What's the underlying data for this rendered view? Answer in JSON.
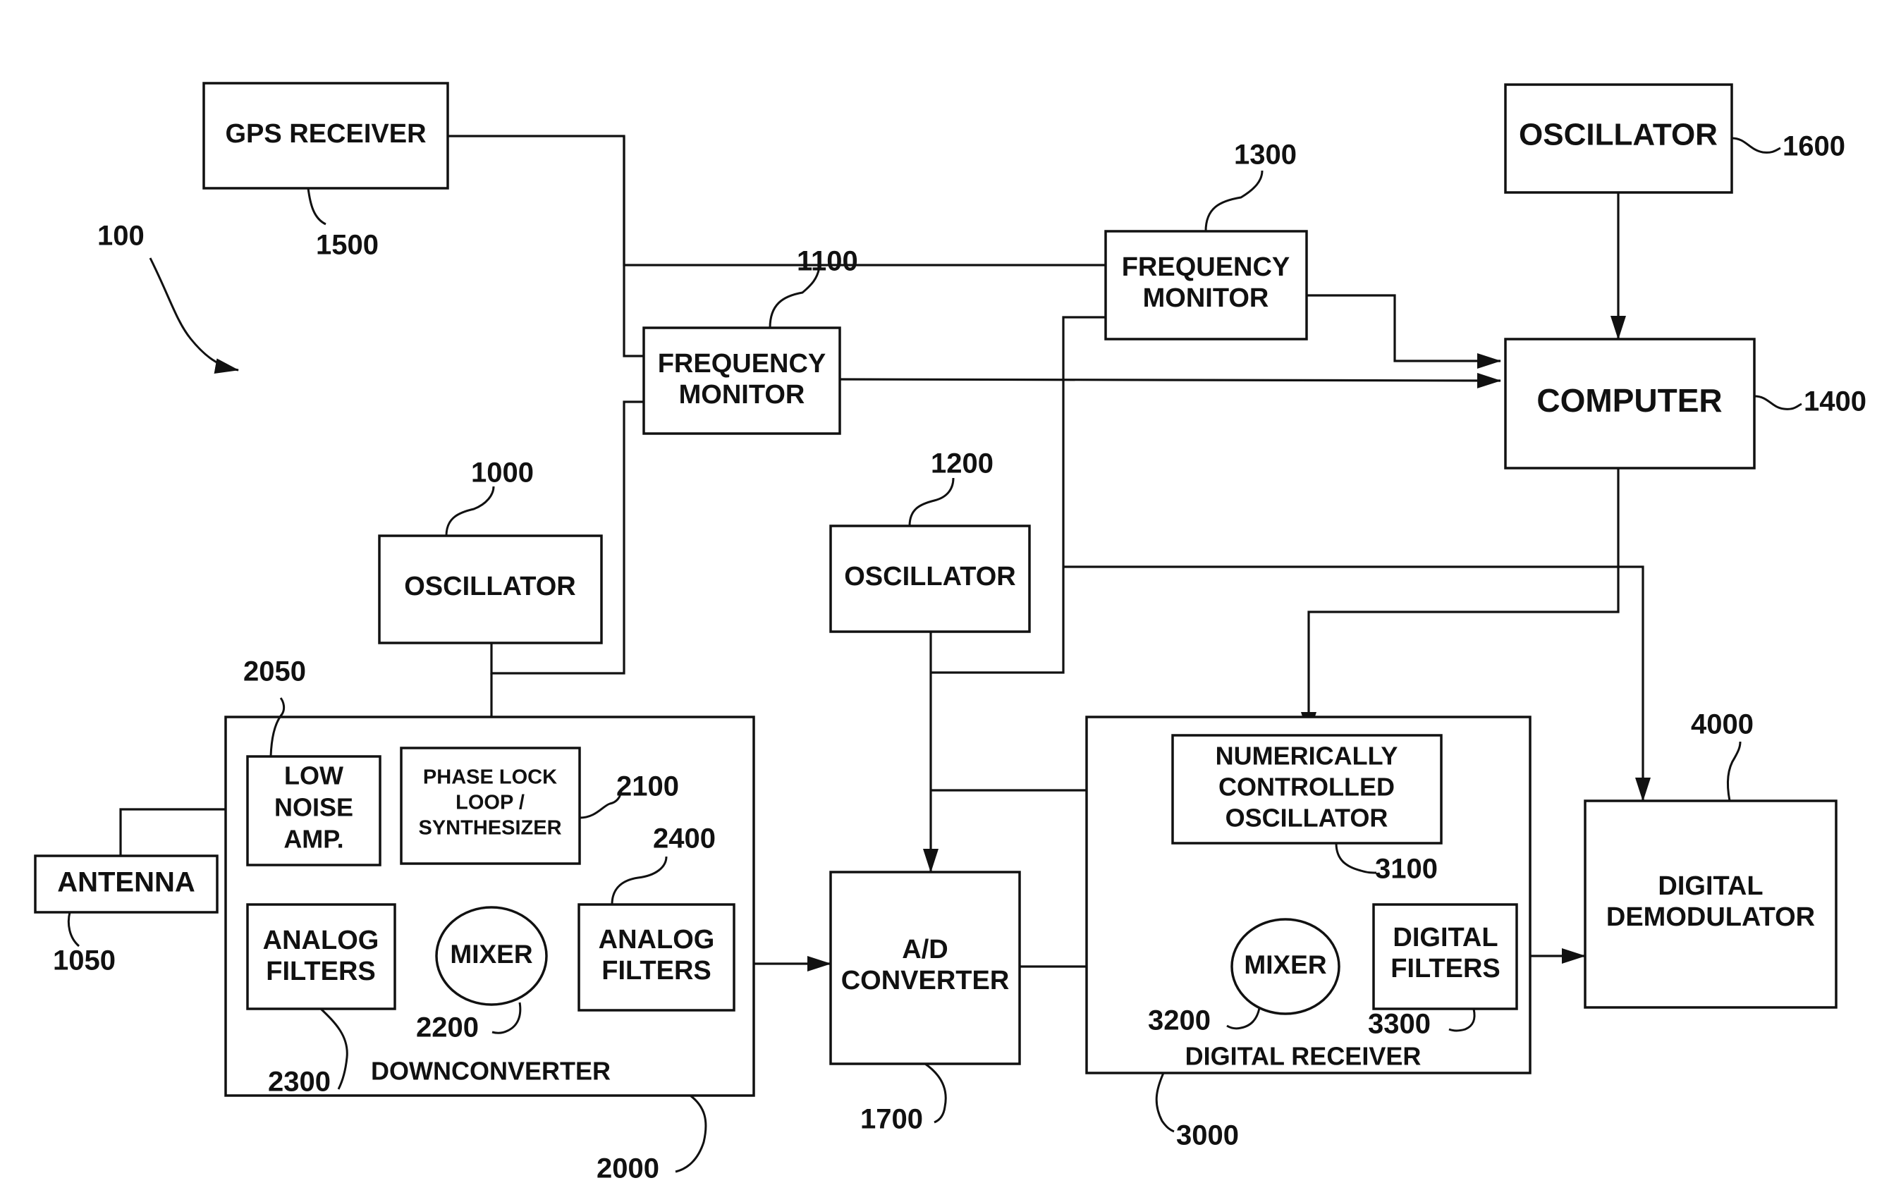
{
  "refs": {
    "system": "100",
    "gps_receiver": "1500",
    "frequency_monitor_1100": "1100",
    "frequency_monitor_1300": "1300",
    "oscillator_1600": "1600",
    "computer": "1400",
    "oscillator_1000": "1000",
    "oscillator_1200": "1200",
    "low_noise_amp": "2050",
    "phase_lock_loop": "2100",
    "analog_filters_out": "2400",
    "antenna": "1050",
    "mixer_downconverter": "2200",
    "analog_filters_in": "2300",
    "downconverter": "2000",
    "ad_converter": "1700",
    "nco": "3100",
    "mixer_digital": "3200",
    "digital_filters": "3300",
    "digital_receiver": "3000",
    "digital_demodulator": "4000"
  },
  "blocks": {
    "gps_receiver": "GPS RECEIVER",
    "frequency_monitor_1100": [
      "FREQUENCY",
      "MONITOR"
    ],
    "frequency_monitor_1300": [
      "FREQUENCY",
      "MONITOR"
    ],
    "oscillator_1600": "OSCILLATOR",
    "computer": "COMPUTER",
    "oscillator_1000": "OSCILLATOR",
    "oscillator_1200": "OSCILLATOR",
    "low_noise_amp": [
      "LOW",
      "NOISE",
      "AMP."
    ],
    "phase_lock_loop": [
      "PHASE LOCK",
      "LOOP /",
      "SYNTHESIZER"
    ],
    "antenna": "ANTENNA",
    "analog_filters_in": [
      "ANALOG",
      "FILTERS"
    ],
    "mixer_downconverter": "MIXER",
    "analog_filters_out": [
      "ANALOG",
      "FILTERS"
    ],
    "downconverter": "DOWNCONVERTER",
    "ad_converter": [
      "A/D",
      "CONVERTER"
    ],
    "nco": [
      "NUMERICALLY",
      "CONTROLLED",
      "OSCILLATOR"
    ],
    "mixer_digital": "MIXER",
    "digital_filters": [
      "DIGITAL",
      "FILTERS"
    ],
    "digital_receiver": "DIGITAL RECEIVER",
    "digital_demodulator": [
      "DIGITAL",
      "DEMODULATOR"
    ]
  }
}
